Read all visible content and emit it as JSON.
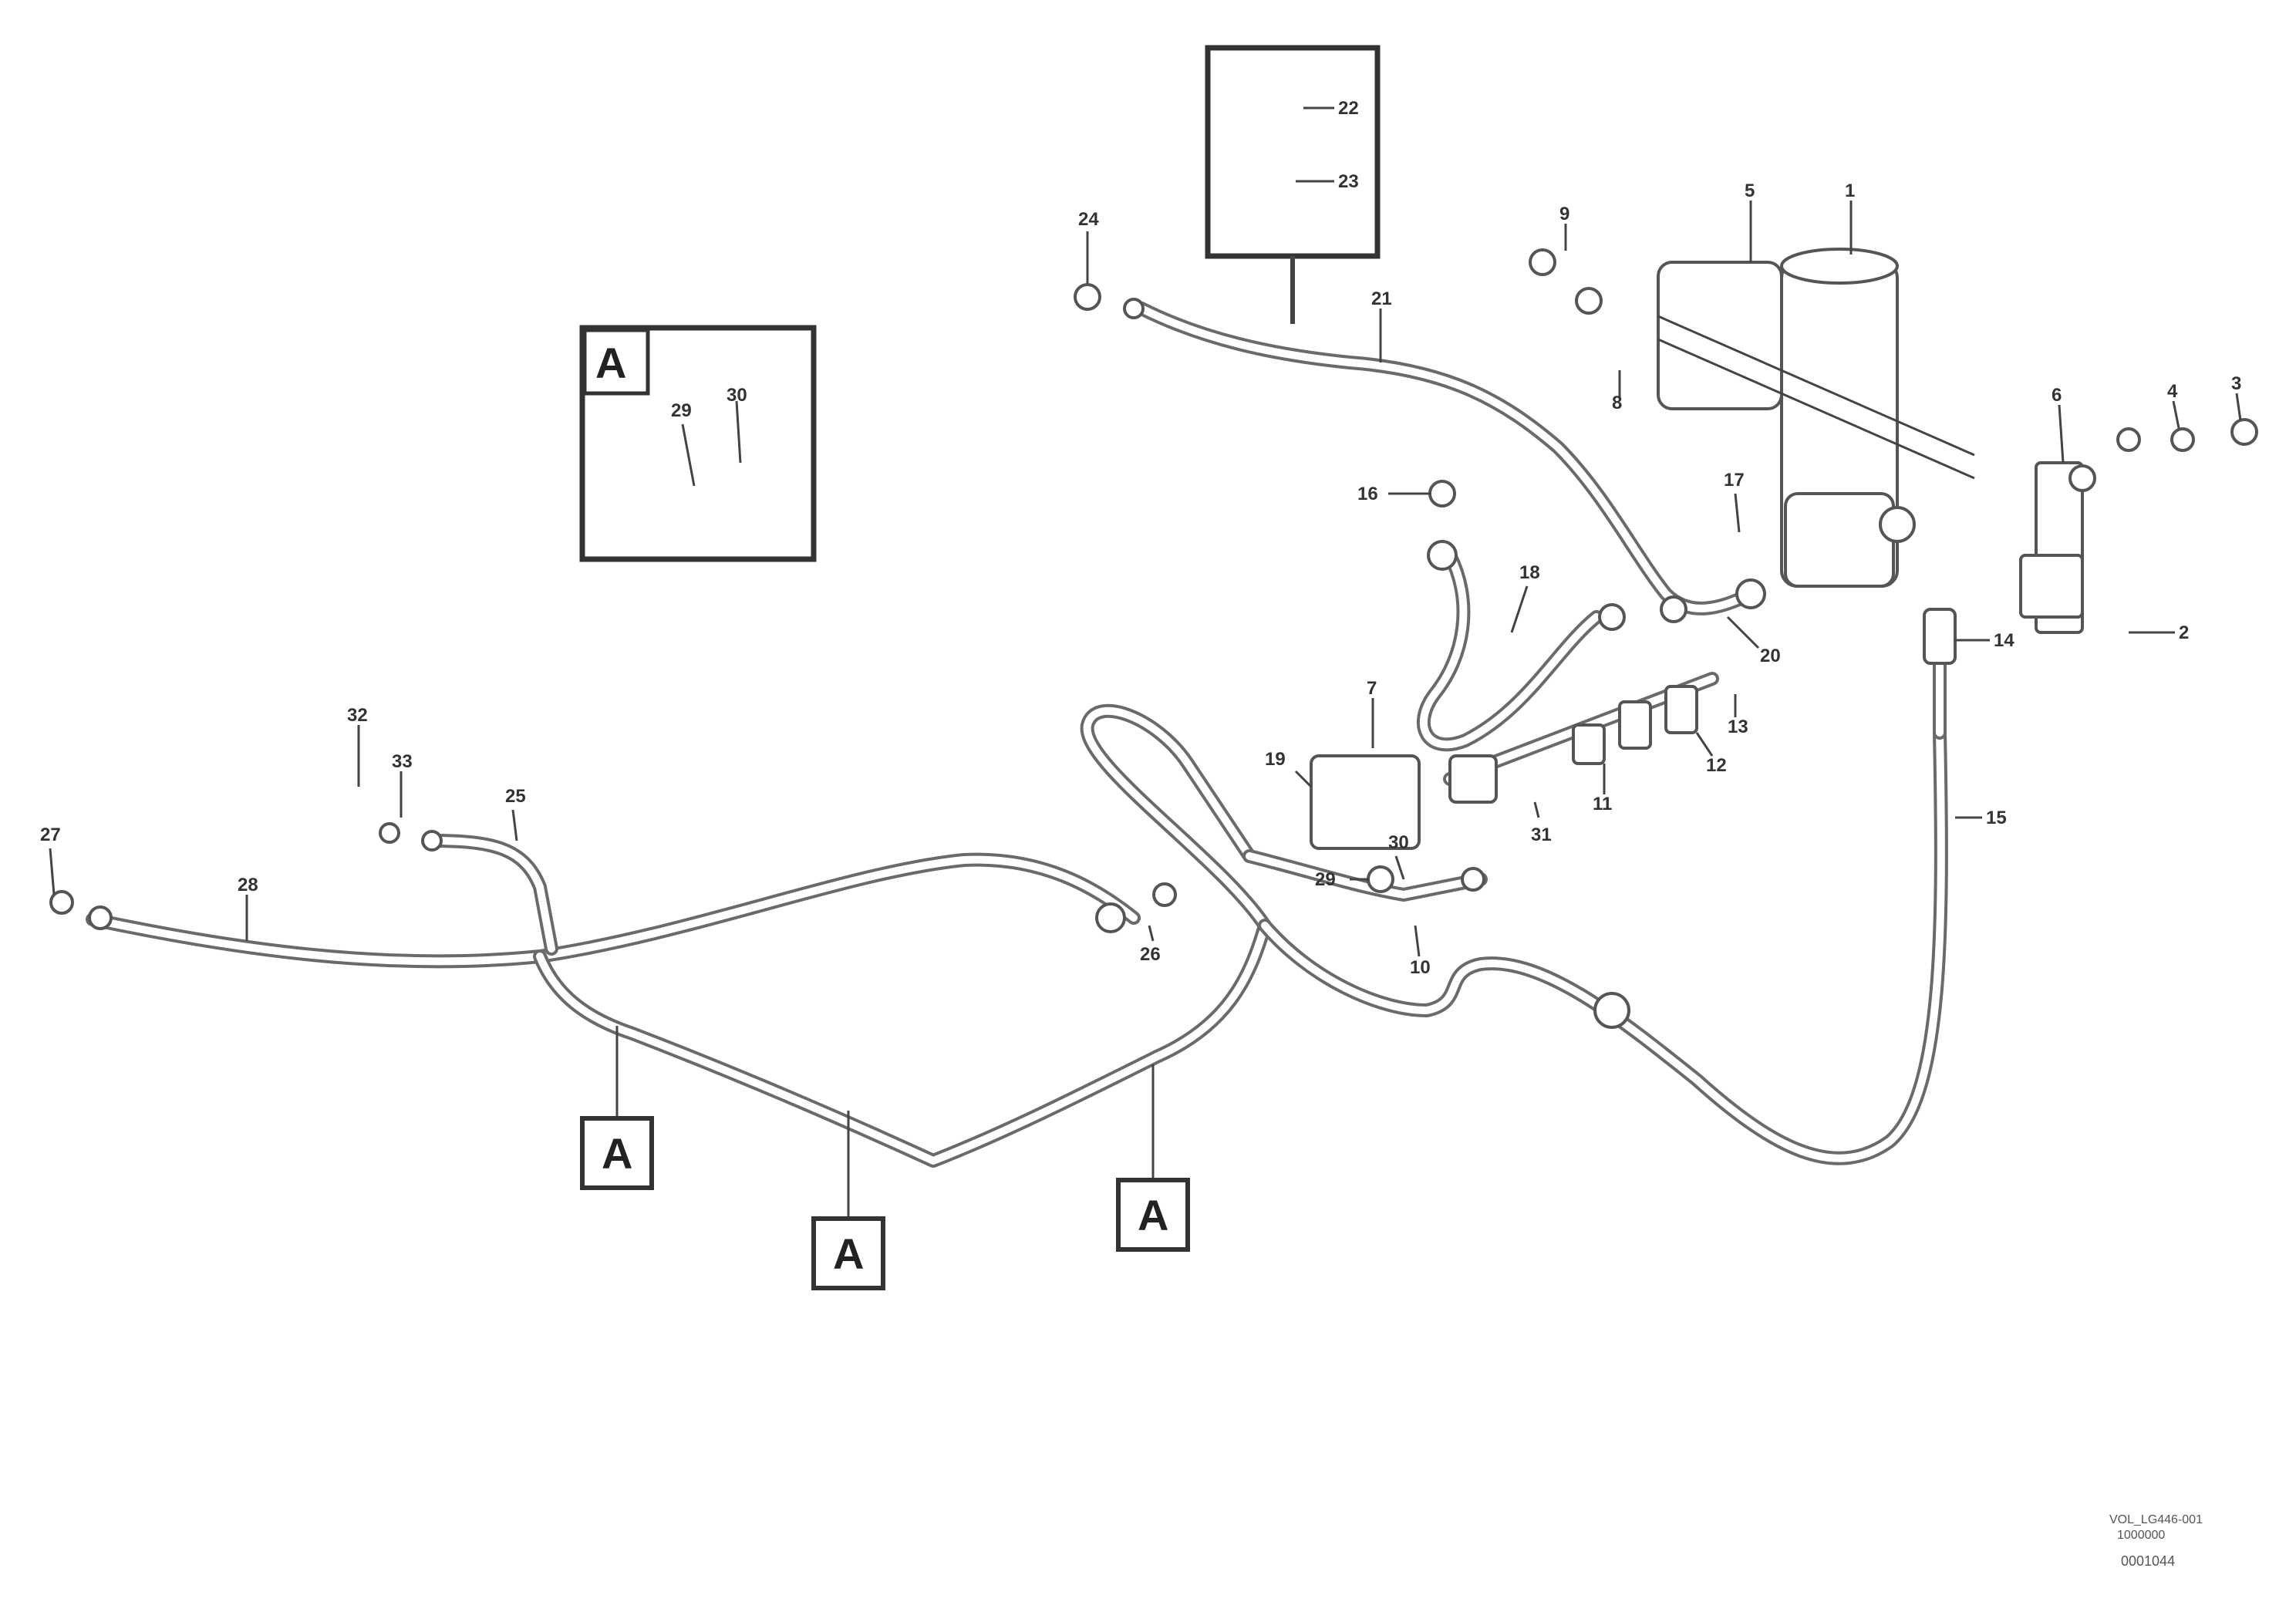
{
  "diagram": {
    "reference_letter": "A",
    "part_numbers": [
      "1",
      "2",
      "3",
      "4",
      "5",
      "6",
      "7",
      "8",
      "9",
      "10",
      "11",
      "12",
      "13",
      "14",
      "15",
      "16",
      "17",
      "18",
      "19",
      "20",
      "21",
      "22",
      "23",
      "24",
      "25",
      "26",
      "27",
      "28",
      "29",
      "30",
      "31",
      "32",
      "33"
    ],
    "footer_line1": "VOL_LG446-001",
    "footer_line2": "1000000",
    "footer_line3": "0001044"
  }
}
